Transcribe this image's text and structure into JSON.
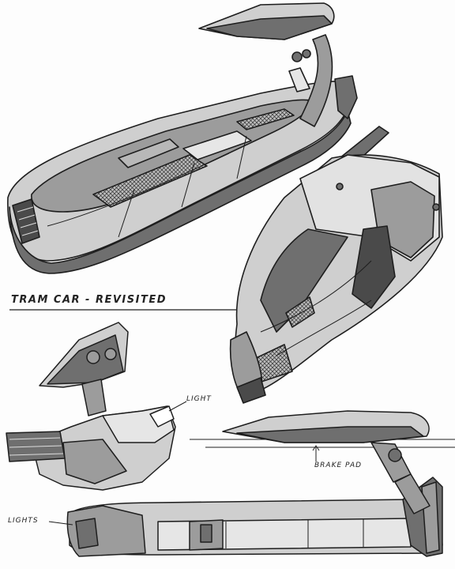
{
  "title": "TRAM CAR - REVISITED",
  "annotations": {
    "light": "LIGHT",
    "brake_pad": "BRAKE PAD",
    "lights": "LIGHTS"
  },
  "colors": {
    "ink": "#1e1e1e",
    "shade_dark": "#6f6f6f",
    "shade_mid": "#9c9c9c",
    "shade_light": "#cfcfcf",
    "paper": "#fdfdfd"
  }
}
